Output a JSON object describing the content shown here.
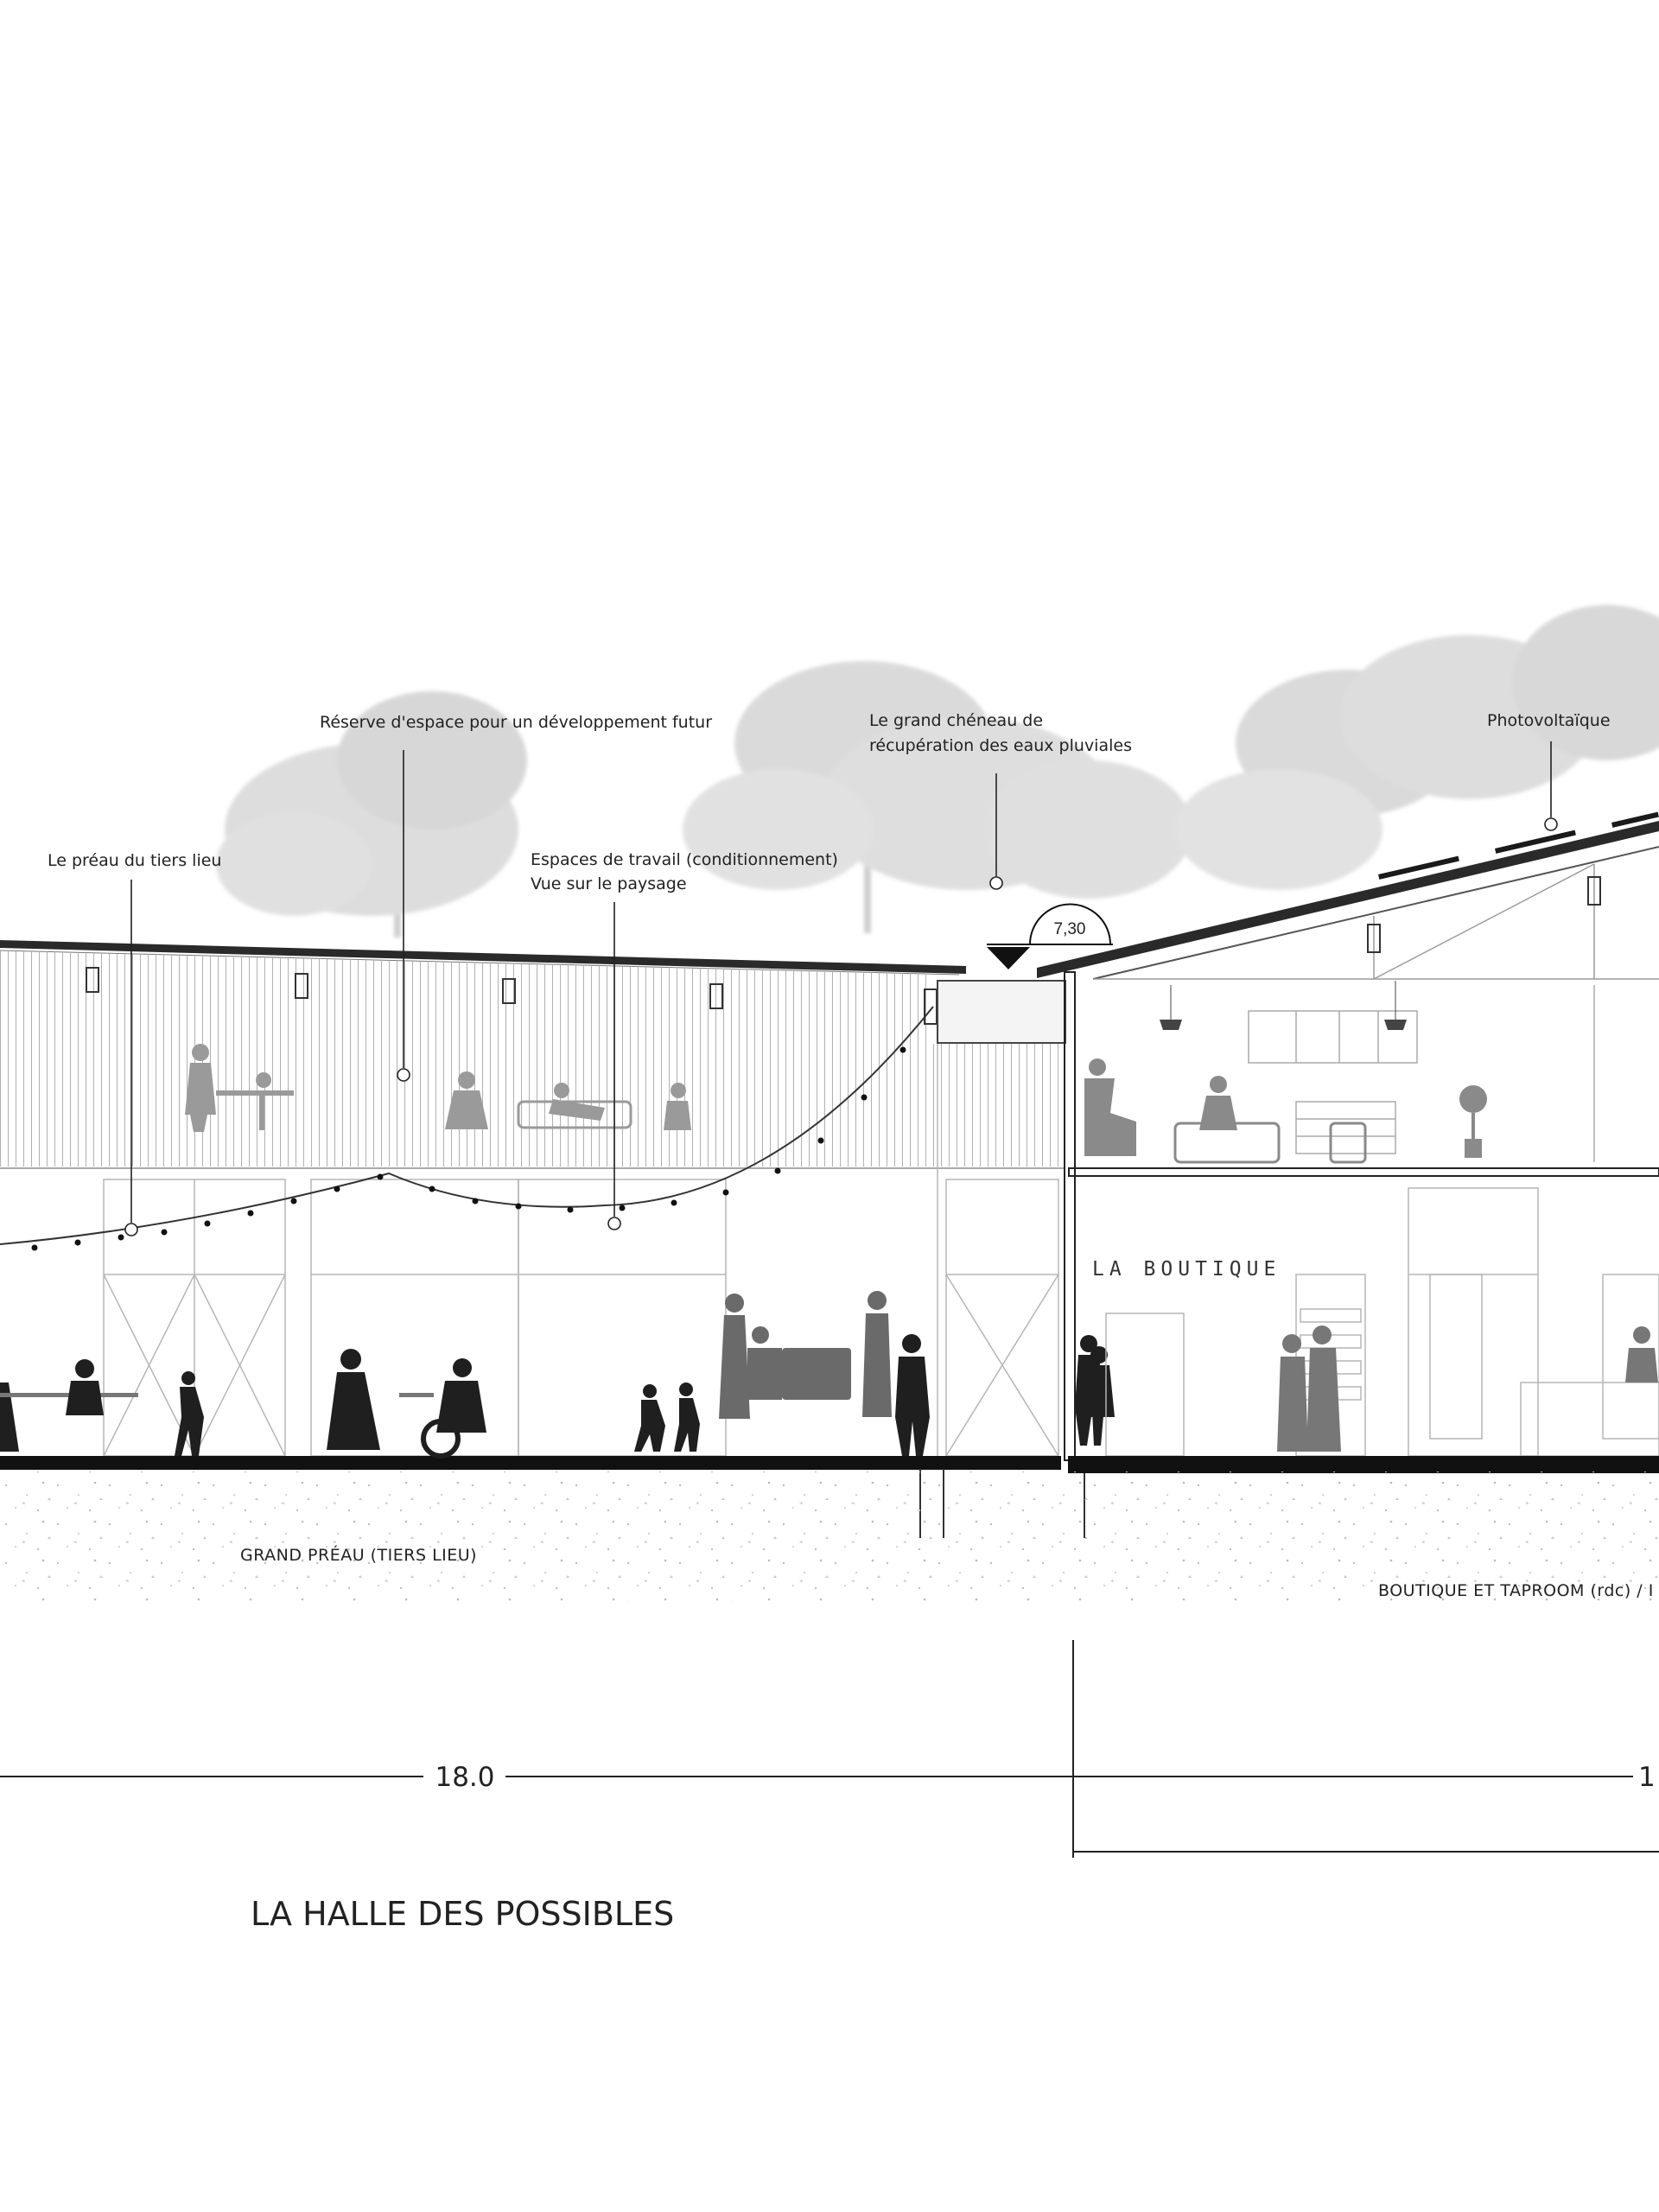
{
  "annotations": {
    "preau": "Le préau du tiers lieu",
    "reserve": "Réserve d'espace pour un développement futur",
    "espaces_line1": "Espaces de travail (conditionnement)",
    "espaces_line2": "Vue sur le paysage",
    "cheneau_line1": "Le grand chéneau de",
    "cheneau_line2": "récupération des eaux pluviales",
    "photovoltaique": "Photovoltaïque"
  },
  "level_marker": "7,30",
  "boutique_sign": "LA BOUTIQUE",
  "zones": {
    "grand_preau": "GRAND PRÉAU (TIERS LIEU)",
    "boutique": "BOUTIQUE ET TAPROOM (rdc) / I"
  },
  "dimensions": {
    "left": "18.0",
    "right": "1"
  },
  "title": "LA HALLE DES POSSIBLES",
  "colors": {
    "ink": "#1a1a1a",
    "line": "#555555",
    "light_line": "#9a9a9a",
    "tree": "#cfcfcf",
    "people_dark": "#2a2a2a",
    "people_grey": "#8c8c8c"
  }
}
